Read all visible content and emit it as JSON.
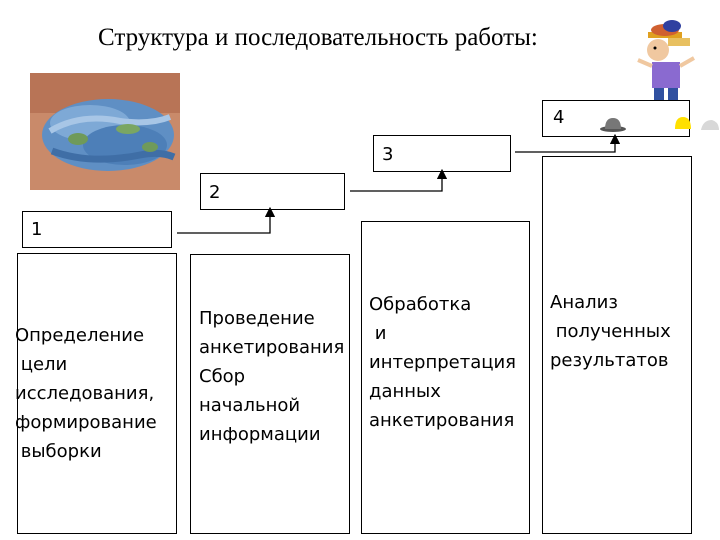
{
  "title": "Структура и последовательность работы:",
  "steps": [
    {
      "number": "1",
      "text": "Определение\n цели\nисследования,\nформирование\n выборки"
    },
    {
      "number": "2",
      "text": "Проведение\nанкетирования\nСбор\nначальной\nинформации"
    },
    {
      "number": "3",
      "text": "Обработка\n и\nинтерпретация\nданных\nанкетирования"
    },
    {
      "number": "4",
      "text": "Анализ\n полученных\nрезультатов"
    }
  ],
  "colors": {
    "line": "#000000",
    "background": "#ffffff"
  },
  "icons": [
    "hands-globe-image",
    "cartoon-man-with-hats-image"
  ]
}
